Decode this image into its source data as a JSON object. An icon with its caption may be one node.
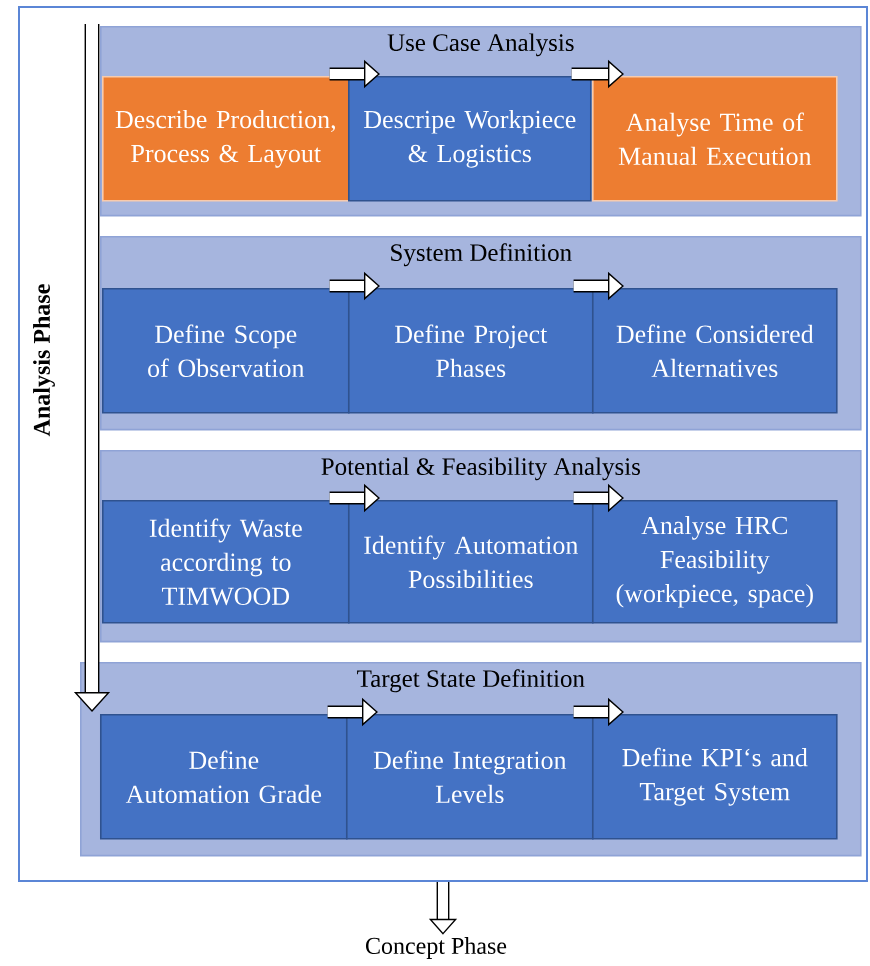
{
  "diagram": {
    "nodes": [
      {
        "text": [],
        "shape": "box"
      },
      {
        "text": [
          "Use Case Analysis"
        ],
        "in": 0
      },
      {
        "text": [
          "Describe Production, Process & Layout"
        ],
        "in": 1
      },
      {
        "text": [
          "Descripe Workpiece & Logistics"
        ],
        "in": 1
      },
      {
        "text": [
          "Analyse Time of Manual Execution"
        ],
        "in": 1
      },
      {
        "text": [
          "System Definition"
        ],
        "in": 0
      },
      {
        "text": [
          "Define Scope of Observation"
        ],
        "in": 5
      },
      {
        "text": [
          "Define Project Phases"
        ],
        "in": 5
      },
      {
        "text": [
          "Define Considered Alternatives"
        ],
        "in": 5
      },
      {
        "text": [
          "Potential & Feasibility Analysis"
        ],
        "in": 0
      },
      {
        "text": [
          "Identify Waste according to TIMWOOD"
        ],
        "in": 9
      },
      {
        "text": [
          "Identify Automation Possibilities"
        ],
        "in": 9
      },
      {
        "text": [
          "Analyse HRC Feasibility (workpiece, space)"
        ],
        "in": 9
      },
      {
        "text": [
          "Target State Definition"
        ],
        "in": 0
      },
      {
        "text": [
          "Define Automation Grade"
        ],
        "in": 13
      },
      {
        "text": [
          "Define Integration Levels"
        ],
        "in": 13
      },
      {
        "text": [
          "Define KPI‘s and Target System"
        ],
        "in": 13
      },
      {
        "text": [
          "Concept Phase"
        ]
      }
    ],
    "edges": [
      {
        "from": 2,
        "to": 3,
        "arrow": "to"
      },
      {
        "from": 3,
        "to": 4,
        "arrow": "to"
      },
      {
        "from": 6,
        "to": 7,
        "arrow": "to"
      },
      {
        "from": 7,
        "to": 8,
        "arrow": "to"
      },
      {
        "from": 10,
        "to": 11,
        "arrow": "to"
      },
      {
        "from": 11,
        "to": 12,
        "arrow": "to"
      },
      {
        "from": 14,
        "to": 15,
        "arrow": "to"
      },
      {
        "from": 15,
        "to": 16,
        "arrow": "to"
      },
      {
        "from": 0,
        "to": 17,
        "arrow": "to"
      }
    ],
    "labels": [
      "Analysis Phase"
    ]
  }
}
